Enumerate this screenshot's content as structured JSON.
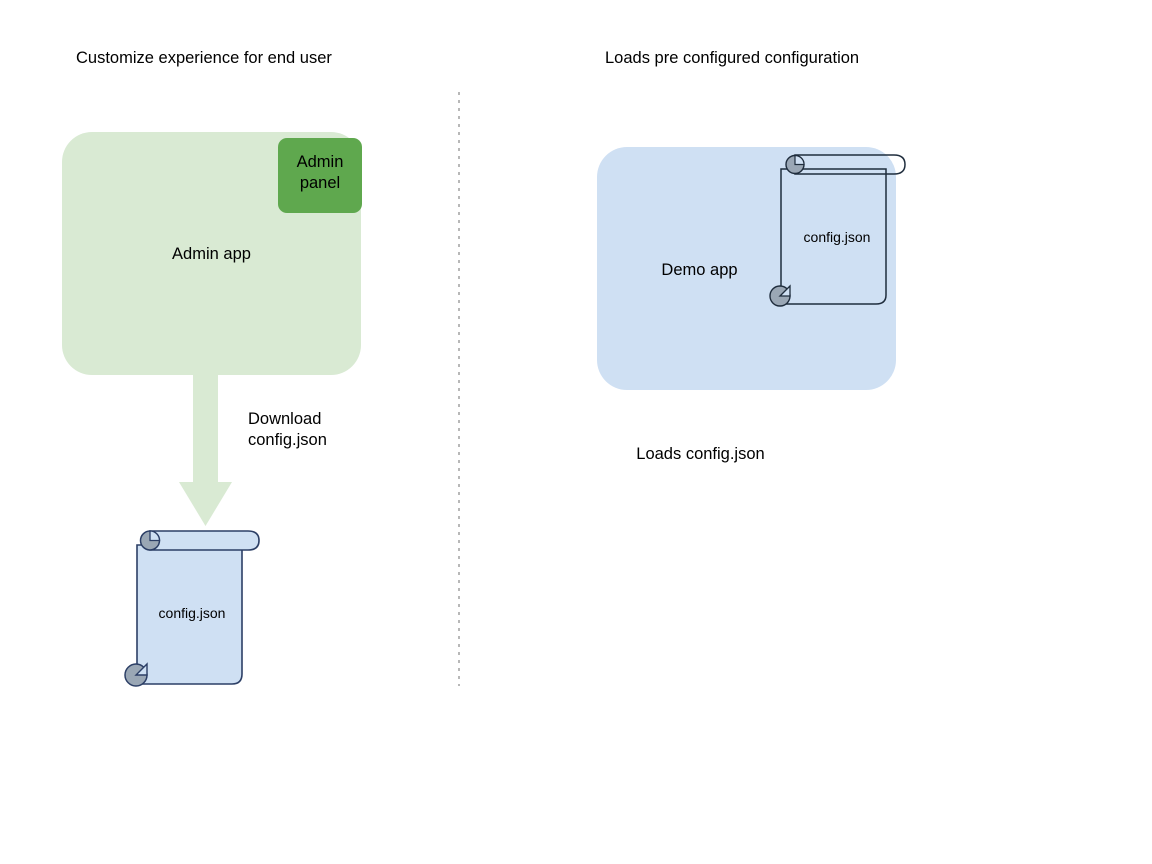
{
  "diagram": {
    "background_color": "#ffffff",
    "divider": {
      "name": "vertical-dotted-divider",
      "style": "dotted",
      "color": "#9a9a9a"
    },
    "left_panel": {
      "heading": "Customize experience for end user",
      "app_box": {
        "label": "Admin app",
        "fill": "#d9ead3",
        "stroke": "none"
      },
      "admin_panel_button": {
        "label_line1": "Admin",
        "label_line2": "panel",
        "fill": "#5fa84e",
        "text_color": "#111111"
      },
      "arrow": {
        "direction": "down",
        "fill": "#d9ead3",
        "label_line1": "Download",
        "label_line2": "config.json"
      },
      "document": {
        "label": "config.json",
        "fill": "#cfe0f3",
        "stroke": "#2c3f66",
        "roll_fill": "#9aa7b5"
      }
    },
    "right_panel": {
      "heading": "Loads pre configured configuration",
      "app_box": {
        "label": "Demo app",
        "fill": "#cfe0f3",
        "stroke": "none"
      },
      "document": {
        "label": "config.json",
        "fill": "transparent",
        "stroke": "#1f2d3d",
        "roll_fill": "#9aa7b5"
      },
      "caption": "Loads config.json"
    }
  }
}
